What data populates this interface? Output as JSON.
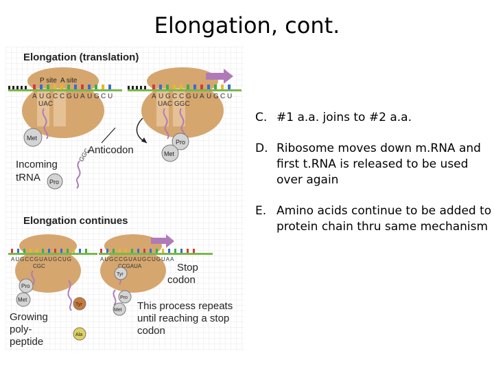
{
  "slide": {
    "title": "Elongation, cont."
  },
  "figure": {
    "panel1": {
      "heading": "Elongation (translation)",
      "psite_label": "P site",
      "asite_label": "A site",
      "mrna_left": [
        "A",
        "U",
        "G",
        "C",
        "C",
        "G",
        "U",
        "A",
        "U",
        "G",
        "C",
        "U"
      ],
      "mrna_right": [
        "A",
        "U",
        "G",
        "C",
        "C",
        "G",
        "U",
        "A",
        "U",
        "G",
        "C",
        "U"
      ],
      "anticodon_left_uac": "UAC",
      "anticodon_right": "UAC GGC",
      "met_label": "Met",
      "pro_label": "Pro",
      "anticodon_label": "Anticodon",
      "incoming_label_1": "Incoming",
      "incoming_label_2": "tRNA",
      "incoming_aa": "Pro",
      "incoming_codon": "GGC"
    },
    "panel2": {
      "heading": "Elongation continues",
      "mrna_left": "AUGCCGUAUGCUG",
      "mrna_right": "AUGCCGUAUGCUGUAA",
      "anticodon_left": "CGC",
      "anticodon_right": "CCGAUA",
      "stop_label_1": "Stop",
      "stop_label_2": "codon",
      "aa_pro": "Pro",
      "aa_met": "Met",
      "aa_tyr": "Tyr",
      "aa_ala": "Ala",
      "repeat_1": "This process repeats",
      "repeat_2": "until reaching a stop",
      "repeat_3": "codon",
      "grow_1": "Growing",
      "grow_2": "poly-",
      "grow_3": "peptide"
    }
  },
  "bullets": [
    {
      "letter": "C.",
      "text": "#1 a.a. joins to #2 a.a."
    },
    {
      "letter": "D.",
      "text": "Ribosome moves down m.RNA and first t.RNA is released to be used over again"
    },
    {
      "letter": "E.",
      "text": "Amino acids continue to be added to protein chain thru same mechanism"
    }
  ],
  "colors": {
    "ribosome": "#d6a66f",
    "ribosome_dark": "#c28d56",
    "mrna": "#78b84b",
    "arrow": "#b07ab8",
    "label_text": "#222222",
    "base_A": "#d43c3c",
    "base_U": "#3c6bd4",
    "base_G": "#3cae4a",
    "base_C": "#e5b82a"
  }
}
